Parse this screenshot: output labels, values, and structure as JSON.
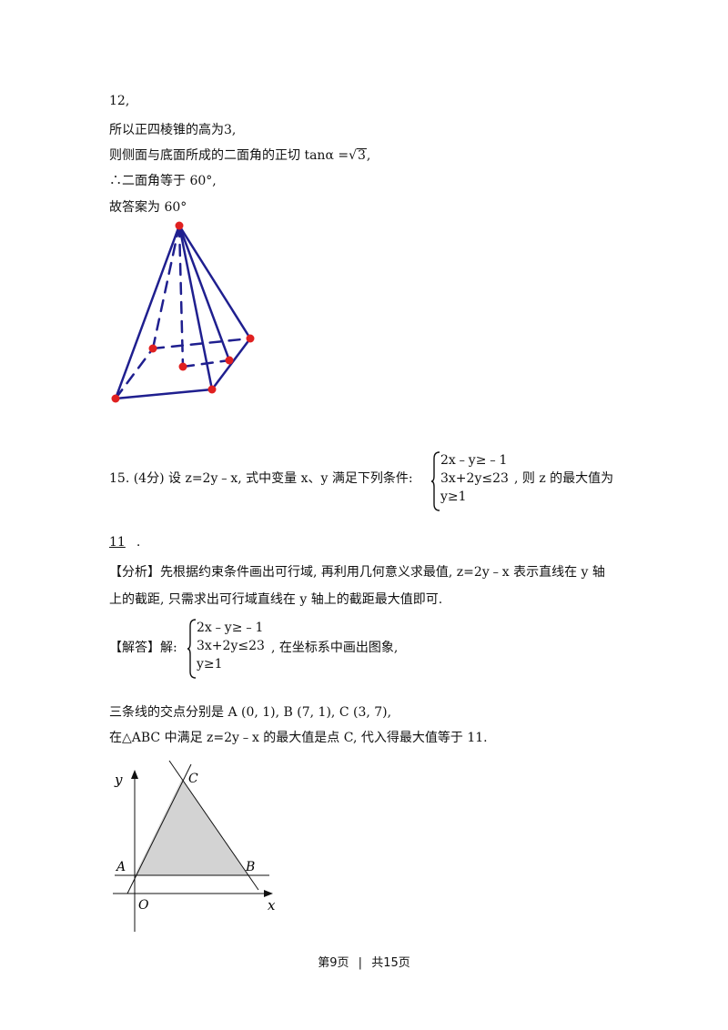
{
  "lines": {
    "l1": "12,",
    "l2": "所以正四棱锥的高为3,",
    "l3_prefix": "则侧面与底面所成的二面角的正切 tanα =",
    "l3_sqrt": "3",
    "l3_suffix": ",",
    "l4": "∴二面角等于 60°,",
    "l5": "故答案为 60°"
  },
  "problem15": {
    "prefix": "15.  (4分) 设 z=2y﹣x, 式中变量 x、y 满足下列条件:",
    "suffix": ", 则 z 的最大值为",
    "system": [
      "2x﹣y≥﹣1",
      "3x+2y≤23",
      "y≥1"
    ],
    "answer": "11",
    "answer_end": "."
  },
  "analysis": {
    "line1": "【分析】先根据约束条件画出可行域, 再利用几何意义求最值, z=2y﹣x 表示直线在 y 轴",
    "line2": "上的截距, 只需求出可行域直线在 y 轴上的截距最大值即可."
  },
  "solution": {
    "prefix": "【解答】解:",
    "system": [
      "2x﹣y≥﹣1",
      "3x+2y≤23",
      "y≥1"
    ],
    "suffix": ", 在坐标系中画出图象,",
    "line2": "三条线的交点分别是 A (0, 1), B (7, 1), C (3, 7),",
    "line3": "在△ABC 中满足 z=2y﹣x 的最大值是点 C, 代入得最大值等于 11."
  },
  "graph": {
    "label_y": "y",
    "label_x": "x",
    "label_o": "O",
    "label_a": "A",
    "label_b": "B",
    "label_c": "C"
  },
  "footer": {
    "page": "第9页",
    "sep": "|",
    "total": "共15页"
  },
  "colors": {
    "pyramid_edge": "#1f1f8f",
    "pyramid_vertex": "#e02020",
    "region_fill": "#d3d3d3"
  }
}
